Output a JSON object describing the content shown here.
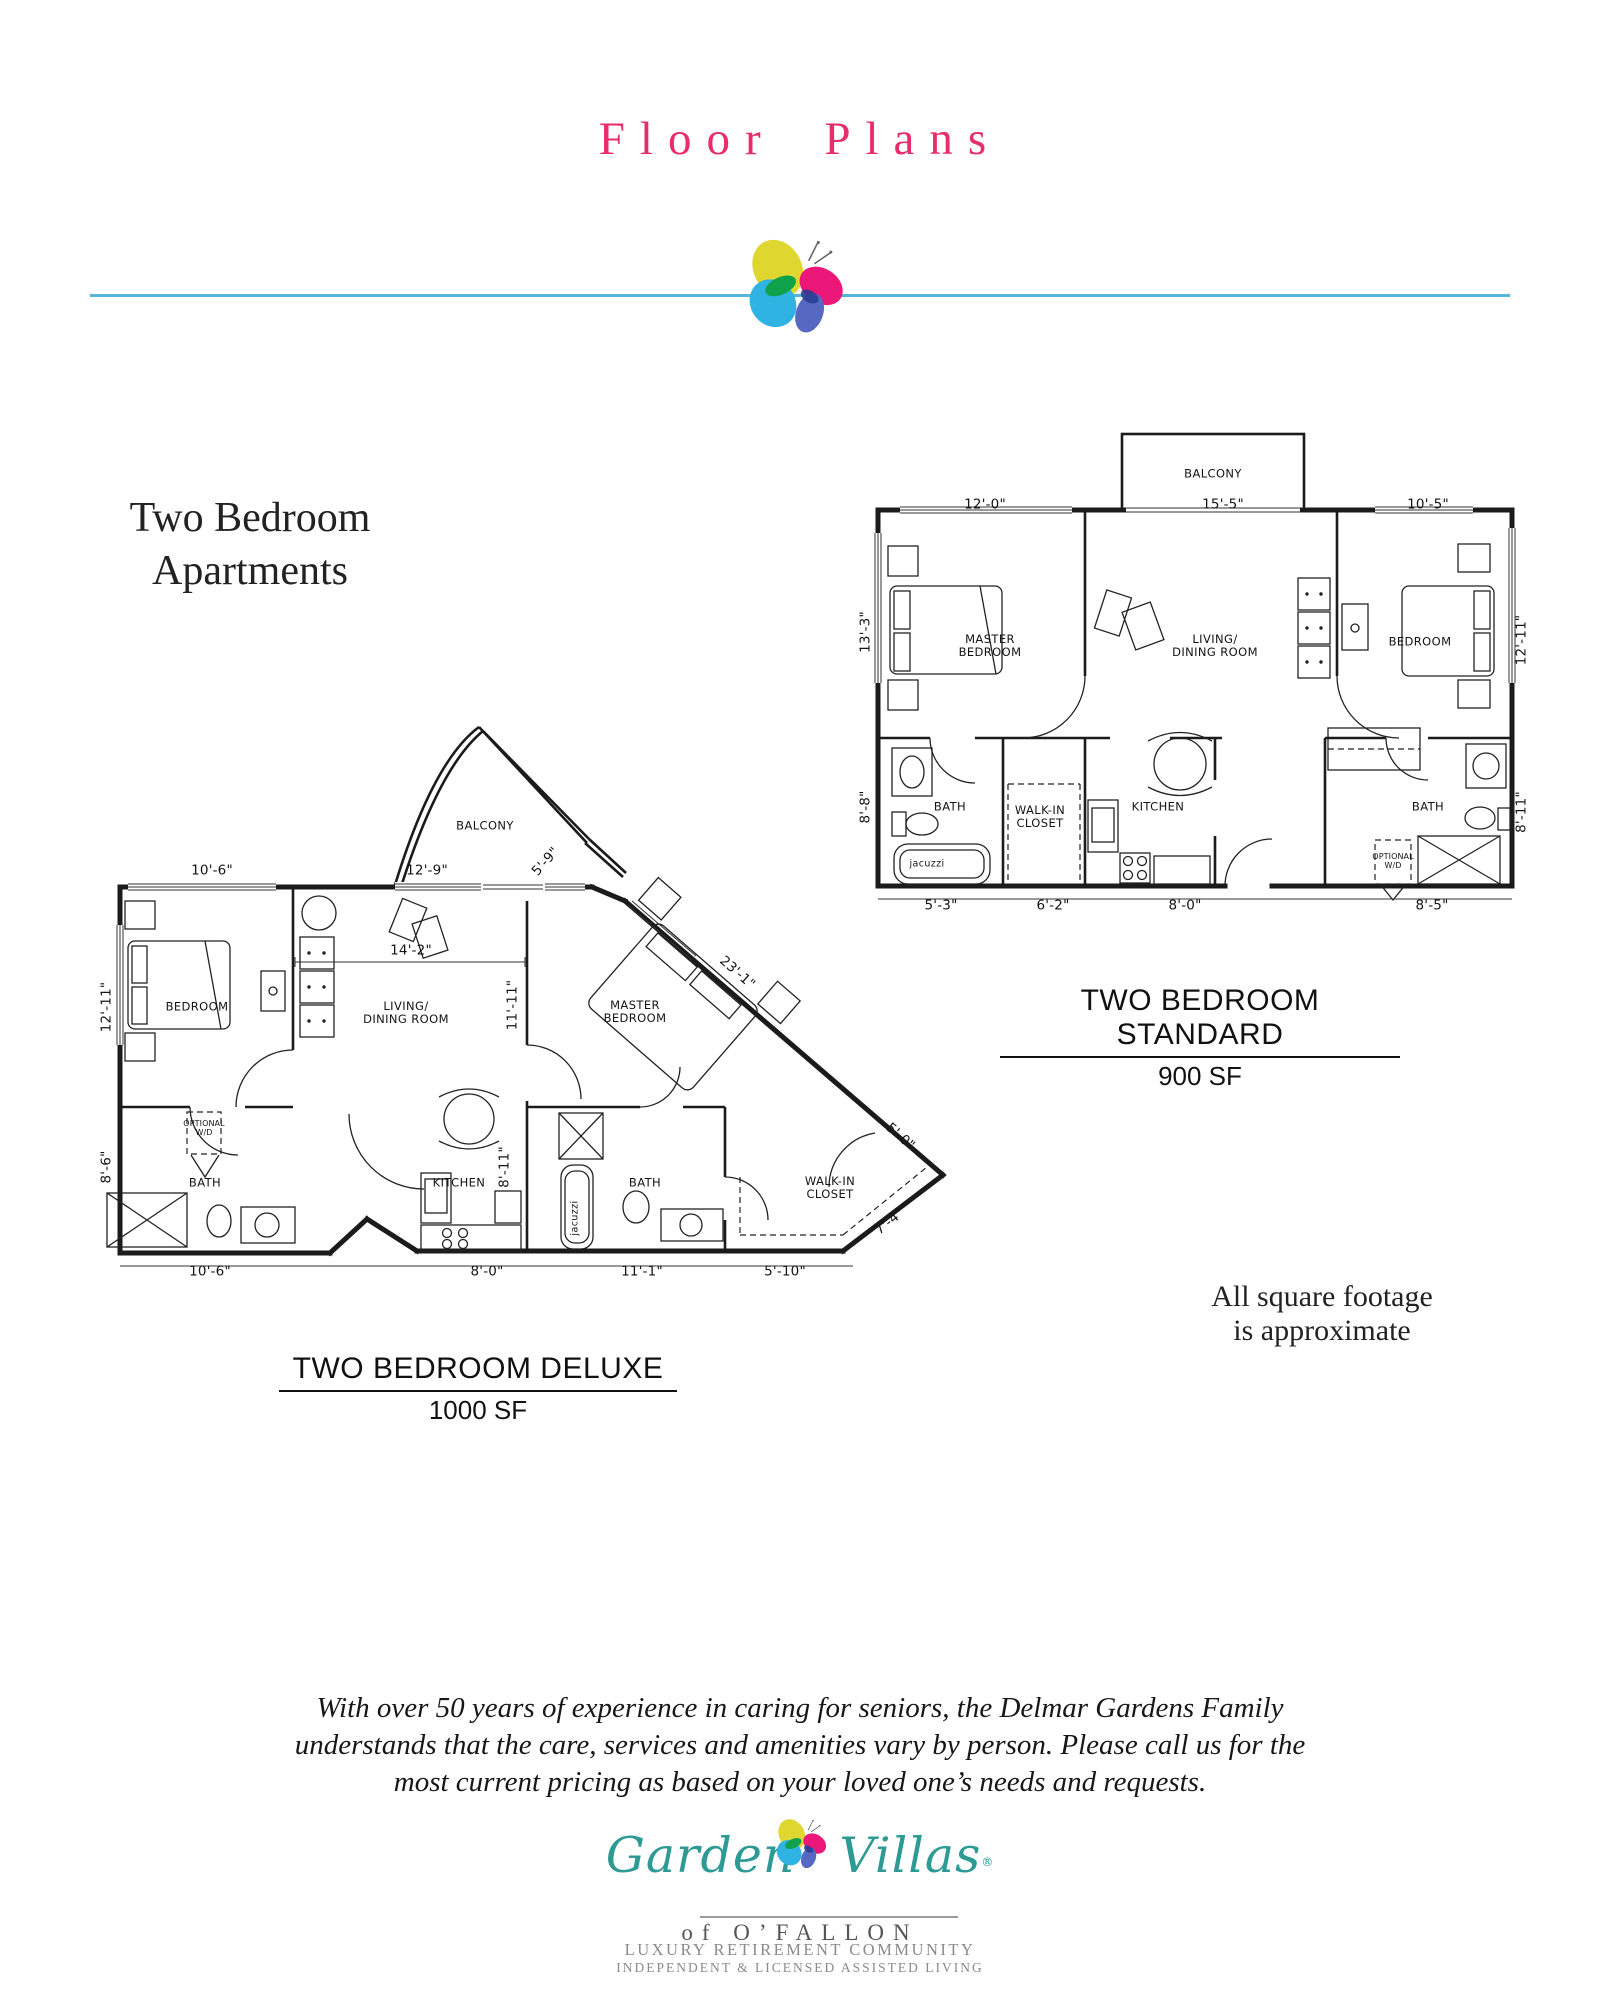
{
  "page": {
    "title": "Floor Plans"
  },
  "section": {
    "line1": "Two Bedroom",
    "line2": "Apartments"
  },
  "note": {
    "line1": "All square footage",
    "line2": "is approximate"
  },
  "plans": {
    "standard": {
      "title": "TWO BEDROOM STANDARD",
      "area": "900 SF",
      "rooms": {
        "balcony": "BALCONY",
        "master": "MASTER\nBEDROOM",
        "living": "LIVING/\nDINING ROOM",
        "bedroom": "BEDROOM",
        "bath_left": "BATH",
        "walkin": "WALK-IN\nCLOSET",
        "kitchen": "KITCHEN",
        "bath_right": "BATH",
        "jacuzzi": "jacuzzi",
        "wd": "OPTIONAL\nW/D"
      },
      "dims": {
        "top_left": "12'-0\"",
        "top_mid": "15'-5\"",
        "top_right": "10'-5\"",
        "left_upper": "13'-3\"",
        "left_lower": "8'-8\"",
        "right_upper": "12'-11\"",
        "right_lower": "8'-11\"",
        "bottom_1": "5'-3\"",
        "bottom_2": "6'-2\"",
        "bottom_3": "8'-0\"",
        "bottom_4": "8'-5\""
      }
    },
    "deluxe": {
      "title": "TWO BEDROOM DELUXE",
      "area": "1000 SF",
      "rooms": {
        "balcony": "BALCONY",
        "bedroom": "BEDROOM",
        "living": "LIVING/\nDINING ROOM",
        "master": "MASTER\nBEDROOM",
        "bath1": "BATH",
        "kitchen": "KITCHEN",
        "bath2": "BATH",
        "walkin": "WALK-IN\nCLOSET",
        "jacuzzi": "jacuzzi",
        "wd": "OPTIONAL\nW/D"
      },
      "dims": {
        "top_1": "10'-6\"",
        "top_2": "12'-9\"",
        "balcony_edge": "5'-9\"",
        "left_upper": "12'-11\"",
        "left_lower": "8'-6\"",
        "living_w": "14'-2\"",
        "living_h": "11'-11\"",
        "diag": "23'-1\"",
        "diag2": "5'-0\"",
        "diag3": "7'-4\"",
        "kitchen_h": "8'-11\"",
        "bottom_1": "10'-6\"",
        "bottom_2": "8'-0\"",
        "bottom_3": "11'-1\"",
        "bottom_4": "5'-10\""
      }
    }
  },
  "footer": {
    "line1": "With over 50 years of experience in caring for seniors, the Delmar Gardens Family",
    "line2": "understands that the care, services and amenities vary by person.  Please call us for the",
    "line3": "most current pricing as based on your loved one’s needs and requests."
  },
  "logo": {
    "name1": "Garden",
    "name2": "Villas",
    "reg": "®",
    "sub": "of O’FALLON",
    "tag1": "LUXURY RETIREMENT COMMUNITY",
    "tag2": "INDEPENDENT & LICENSED ASSISTED LIVING"
  },
  "colors": {
    "title_pink": "#e72d6b",
    "divider_blue": "#55b5da",
    "logo_teal": "#2d9b94",
    "plan_ink": "#1b1b1b"
  }
}
